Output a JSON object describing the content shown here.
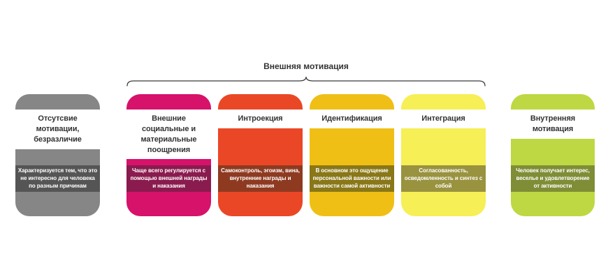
{
  "diagram": {
    "bracket_label": "Внешняя мотивация",
    "bracket_color": "#3b3b3b",
    "background_color": "#ffffff",
    "title_text_color": "#333333",
    "description_text_color": "#ffffff"
  },
  "cards": [
    {
      "title": "Отсутсвие мотивации, безразличие",
      "description": "Характеризуется тем, что это не интересно для человека по разным причинам",
      "color": "#868686",
      "band_color": "#555555",
      "in_bracket": false
    },
    {
      "title": "Внешние социальные и материальные поощрения",
      "description": "Чаще всего регулируется с помощью внешней награды и наказания",
      "color": "#d6126b",
      "band_color": "#8a1b4e",
      "in_bracket": true
    },
    {
      "title": "Интроекция",
      "description": "Самоконтроль, эгоизм, вина, внутренние награды и наказания",
      "color": "#ea4726",
      "band_color": "#8e3a21",
      "in_bracket": true
    },
    {
      "title": "Идентификация",
      "description": "В основном это ощущение персональной важности или важности самой активности",
      "color": "#f0bf16",
      "band_color": "#897718",
      "in_bracket": true
    },
    {
      "title": "Интеграция",
      "description": "Согласованность, осведомленность и синтез с собой",
      "color": "#f6ef55",
      "band_color": "#99923f",
      "in_bracket": true
    },
    {
      "title": "Внутренняя мотивация",
      "description": "Человек получает интерес, веселье и удовлетворение от активности",
      "color": "#bdd842",
      "band_color": "#7f8d36",
      "in_bracket": false
    }
  ]
}
